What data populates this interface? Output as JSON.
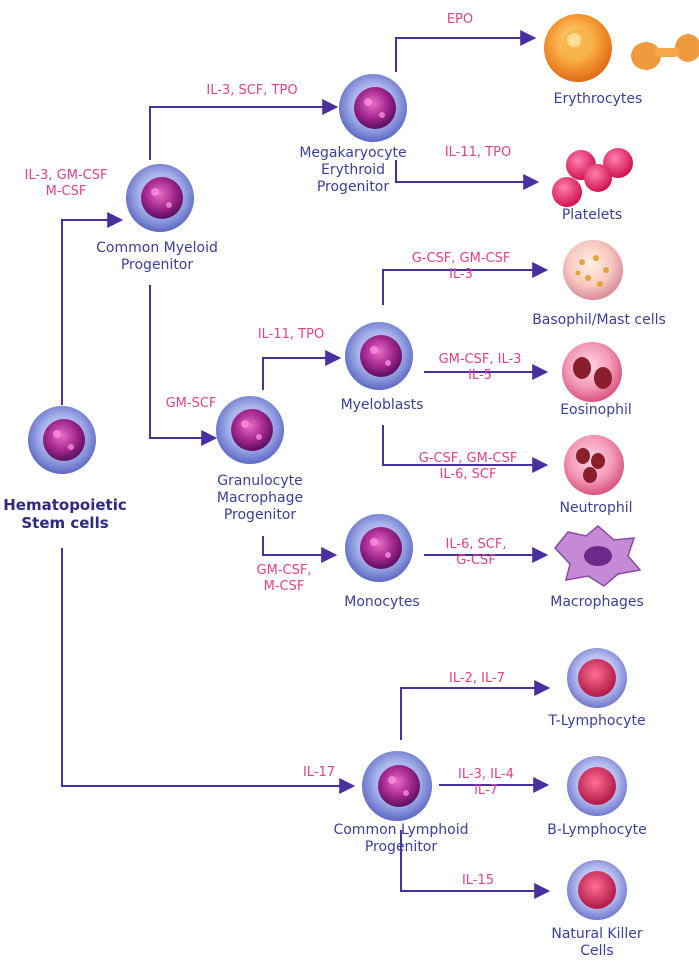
{
  "colors": {
    "arrow": "#4a2f9e",
    "cytokine": "#e0418a",
    "cell_label": "#3a3f99",
    "hsc_label": "#2e2a84"
  },
  "cells": {
    "hsc": "Hematopoietic\nStem cells",
    "cmp": "Common Myeloid\nProgenitor",
    "mep": "Megakaryocyte\nErythroid\nProgenitor",
    "gmp": "Granulocyte\nMacrophage\nProgenitor",
    "myeloblasts": "Myeloblasts",
    "monocytes": "Monocytes",
    "clp": "Common Lymphoid\nProgenitor",
    "erythrocytes": "Erythrocytes",
    "platelets": "Platelets",
    "basophil": "Basophil/Mast cells",
    "eosinophil": "Eosinophil",
    "neutrophil": "Neutrophil",
    "macrophages": "Macrophages",
    "t_lymphocyte": "T-Lymphocyte",
    "b_lymphocyte": "B-Lymphocyte",
    "nk_cells": "Natural Killer\nCells"
  },
  "cytokines": {
    "hsc_to_cmp": "IL-3, GM-CSF\nM-CSF",
    "cmp_to_mep": "IL-3, SCF, TPO",
    "mep_to_ery": "EPO",
    "mep_to_plt": "IL-11, TPO",
    "cmp_to_gmp": "GM-SCF",
    "gmp_to_myelo": "IL-11, TPO",
    "myelo_to_baso": "G-CSF, GM-CSF\nIL-3",
    "myelo_to_eos": "GM-CSF, IL-3\nIL-5",
    "myelo_to_neut": "G-CSF, GM-CSF\nIL-6, SCF",
    "gmp_to_mono": "GM-CSF,\nM-CSF",
    "mono_to_macro": "IL-6, SCF,\nG-CSF",
    "hsc_to_clp": "IL-17",
    "clp_to_t": "IL-2, IL-7",
    "clp_to_b": "IL-3, IL-4\nIL-7",
    "clp_to_nk": "IL-15"
  }
}
